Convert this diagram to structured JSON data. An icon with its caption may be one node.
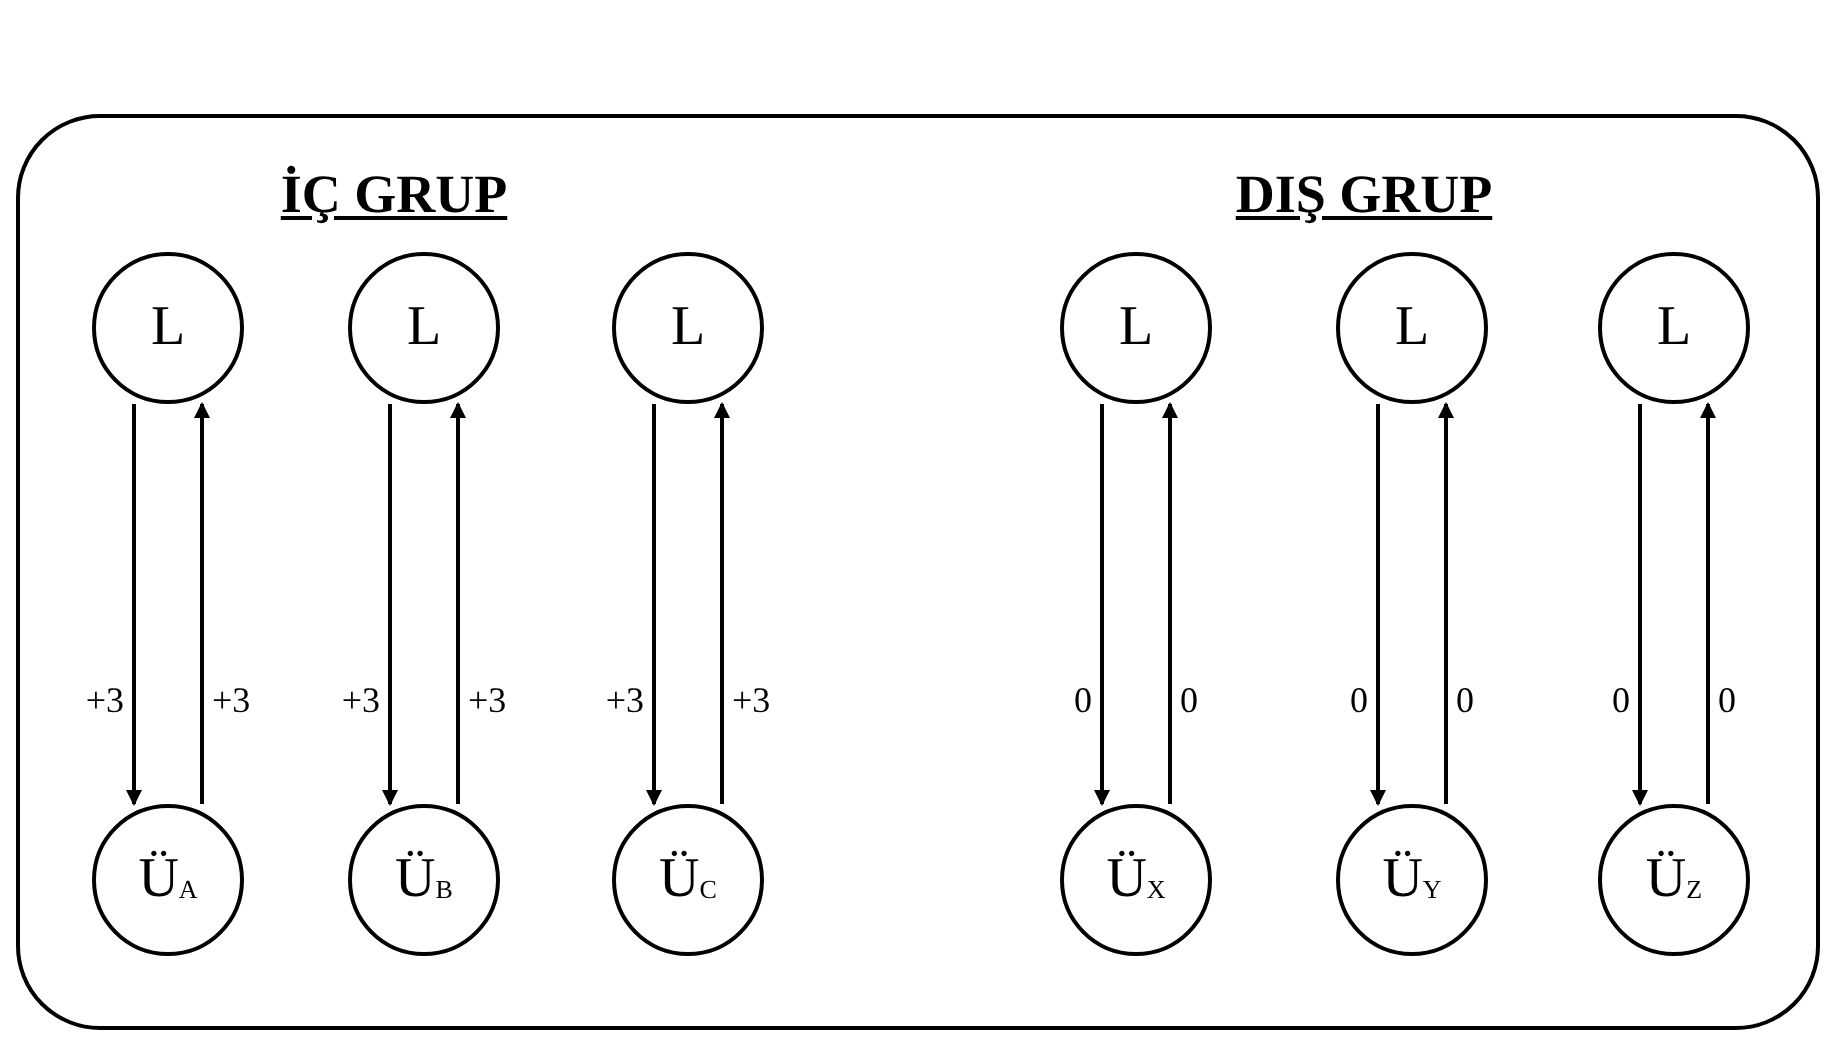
{
  "diagram": {
    "nodes": [
      {
        "text": [],
        "shape": "box"
      },
      {
        "text": [
          "L"
        ],
        "in": 0
      },
      {
        "text": [
          "L"
        ],
        "in": 0
      },
      {
        "text": [
          "L"
        ],
        "in": 0
      },
      {
        "text": [
          "L"
        ],
        "in": 0
      },
      {
        "text": [
          "L"
        ],
        "in": 0
      },
      {
        "text": [
          "L"
        ],
        "in": 0
      },
      {
        "text": [
          "Ü$_{A}$"
        ],
        "in": 0
      },
      {
        "text": [
          "Ü$_{B}$"
        ],
        "in": 0
      },
      {
        "text": [
          "Ü$_{C}$"
        ],
        "in": 0
      },
      {
        "text": [
          "Ü$_{X}$"
        ],
        "in": 0
      },
      {
        "text": [
          "Ü$_{Y}$"
        ],
        "in": 0
      },
      {
        "text": [
          "Ü$_{Z}$"
        ],
        "in": 0
      }
    ],
    "edges": [
      {
        "from": 1,
        "to": 7,
        "arrow": "to",
        "label": "+3"
      },
      {
        "from": 7,
        "to": 1,
        "arrow": "to",
        "label": "+3"
      },
      {
        "from": 2,
        "to": 8,
        "arrow": "to",
        "label": "+3"
      },
      {
        "from": 8,
        "to": 2,
        "arrow": "to",
        "label": "+3"
      },
      {
        "from": 3,
        "to": 9,
        "arrow": "to",
        "label": "+3"
      },
      {
        "from": 9,
        "to": 3,
        "arrow": "to",
        "label": "+3"
      },
      {
        "from": 4,
        "to": 10,
        "arrow": "to",
        "label": "0"
      },
      {
        "from": 10,
        "to": 4,
        "arrow": "to",
        "label": "0"
      },
      {
        "from": 5,
        "to": 11,
        "arrow": "to",
        "label": "0"
      },
      {
        "from": 11,
        "to": 5,
        "arrow": "to",
        "label": "0"
      },
      {
        "from": 6,
        "to": 12,
        "arrow": "to",
        "label": "0"
      },
      {
        "from": 12,
        "to": 6,
        "arrow": "to",
        "label": "0"
      }
    ],
    "labels": [
      "İÇ GRUP",
      "DIŞ GRUP"
    ]
  }
}
